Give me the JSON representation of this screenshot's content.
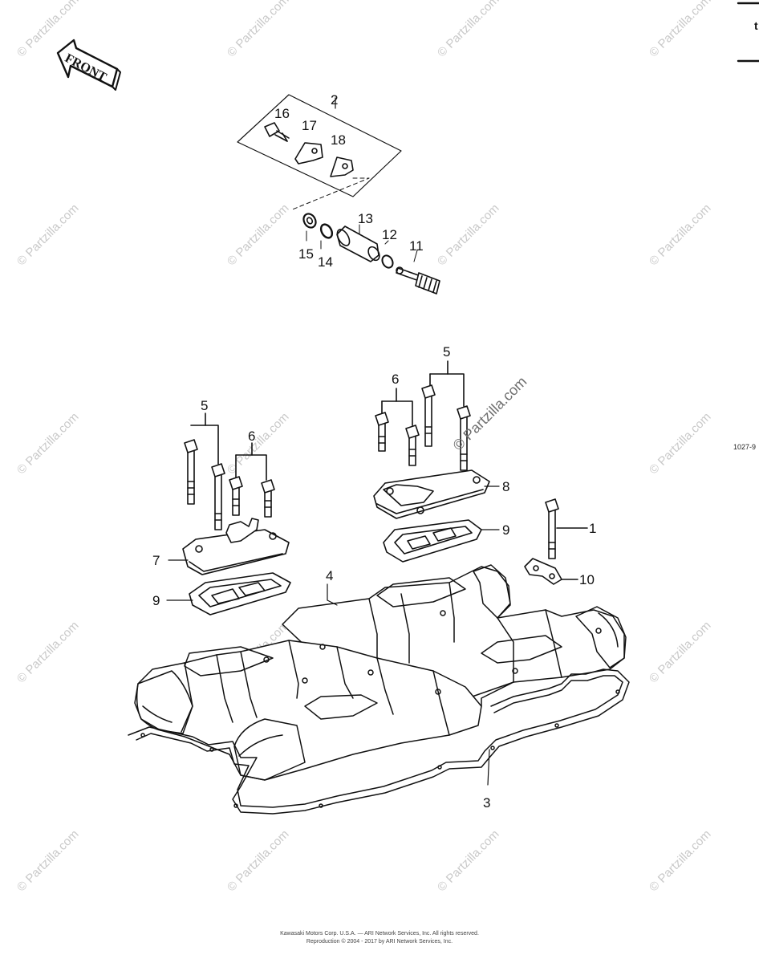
{
  "direction_label": "FRONT",
  "corner_letter": "t",
  "side_code": "1027-9",
  "watermark_text": "© Partzilla.com",
  "footer": {
    "line1": "Kawasaki Motors Corp. U.S.A. — ARI Network Services, Inc. All rights reserved.",
    "line2": "Reproduction © 2004 - 2017 by ARI Network Services, Inc."
  },
  "callouts": {
    "c1": "1",
    "c2": "2",
    "c3": "3",
    "c4": "4",
    "c5_left": "5",
    "c5_right": "5",
    "c6_left": "6",
    "c6_right": "6",
    "c7": "7",
    "c8": "8",
    "c9_left": "9",
    "c9_right": "9",
    "c10": "10",
    "c11": "11",
    "c12": "12",
    "c13": "13",
    "c14": "14",
    "c15": "15",
    "c16": "16",
    "c17": "17",
    "c18": "18"
  },
  "colors": {
    "line": "#111111",
    "watermark": "#c9c9c9"
  }
}
